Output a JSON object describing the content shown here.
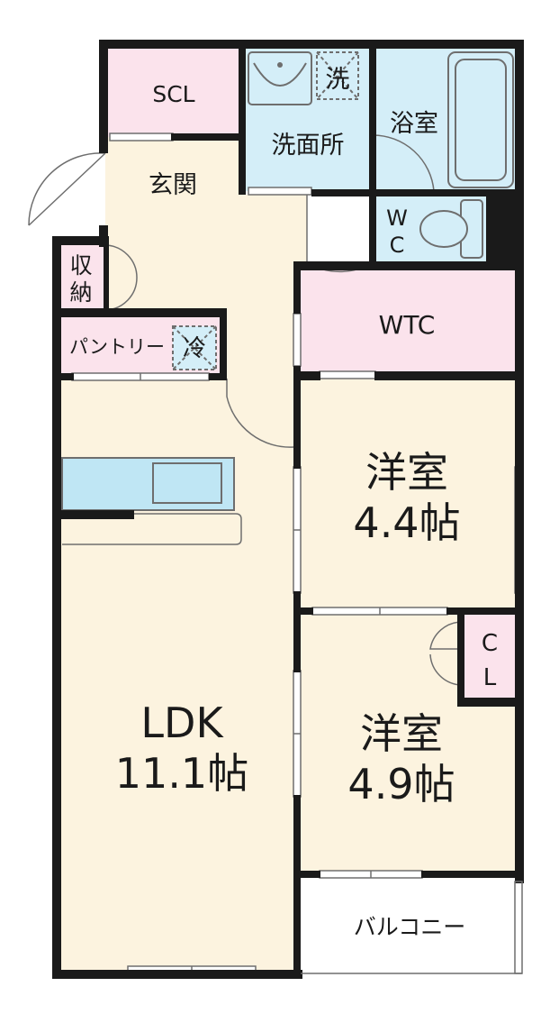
{
  "rooms": {
    "scl": "SCL",
    "wash_mark": "洗",
    "washroom": "洗面所",
    "bath": "浴室",
    "entrance": "玄関",
    "wc_w": "W",
    "wc_c": "C",
    "storage_1": "収",
    "storage_2": "納",
    "pantry": "パントリー",
    "fridge_mark": "冷",
    "wtc": "WTC",
    "western1_name": "洋室",
    "western1_size": "4.4帖",
    "cl_c": "C",
    "cl_l": "L",
    "ldk_name": "LDK",
    "ldk_size": "11.1帖",
    "western2_name": "洋室",
    "western2_size": "4.9帖",
    "balcony": "バルコニー"
  },
  "colors": {
    "wall": "#1a1a1a",
    "floor": "#fcf3df",
    "pink": "#fbe3ec",
    "blue": "#d4eef8",
    "kitchen": "#bfe6f4",
    "line": "#7a7a7a"
  }
}
